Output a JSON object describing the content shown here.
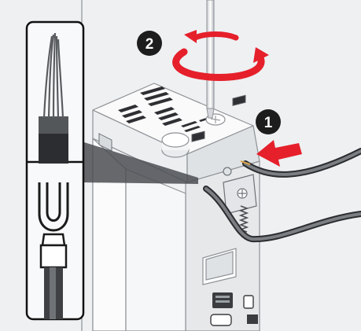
{
  "steps": [
    {
      "number": "1",
      "action": "insert-wire",
      "arrow_color": "#e5202b"
    },
    {
      "number": "2",
      "action": "tighten-screw",
      "arrow_color": "#e5202b"
    }
  ],
  "colors": {
    "background": "#eef0f2",
    "device_body": "#f4f5f6",
    "device_edge": "#8e9296",
    "inset_panel": "#f8f9fa",
    "inset_border": "#111111",
    "wire_insulation": "#5a5d60",
    "callout_fill": "#4b4e52",
    "accent_red": "#e5202b",
    "badge_fill": "#1d1d1d"
  },
  "inset": {
    "items": [
      "stranded-wire-end",
      "fork-terminal"
    ]
  }
}
